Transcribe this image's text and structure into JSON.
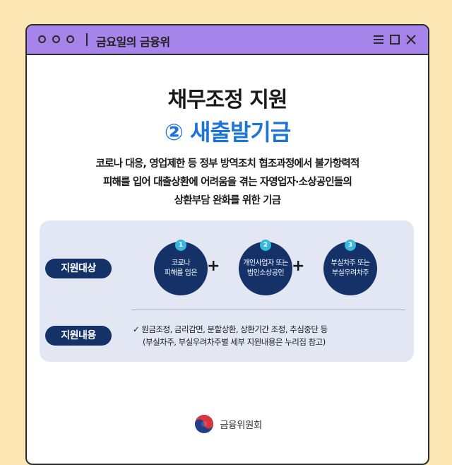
{
  "window": {
    "title": "금요일의 금융위"
  },
  "heading": {
    "line1": "채무조정 지원",
    "line2": "② 새출발기금"
  },
  "description": [
    "코로나 대응, 영업제한 등 정부 방역조치 협조과정에서 불가항력적",
    "피해를 입어 대출상환에 어려움을 겪는 자영업자·소상공인들의",
    "상환부담 완화를 위한 기금"
  ],
  "targets": {
    "label": "지원대상",
    "items": [
      {
        "num": "1",
        "line1": "코로나",
        "line2": "피해를 입은"
      },
      {
        "num": "2",
        "line1": "개인사업자 또는",
        "line2": "법인소상공인"
      },
      {
        "num": "3",
        "line1": "부실차주 또는",
        "line2": "부실우려차주"
      }
    ],
    "plus": "+"
  },
  "support": {
    "label": "지원내용",
    "check": "✓",
    "line1": "원금조정, 금리감면, 분할상환, 상환기간 조정, 추심중단 등",
    "line2": "(부실차주, 부실우려차주별 세부 지원내용은 누리집 참고)"
  },
  "footer": {
    "org": "금융위원회"
  },
  "colors": {
    "background": "#fde7b4",
    "titlebar": "#a684ea",
    "accent_blue": "#1e74d6",
    "navy": "#143168",
    "badge_cyan": "#36b7dc",
    "panel": "#e3e7f3"
  }
}
